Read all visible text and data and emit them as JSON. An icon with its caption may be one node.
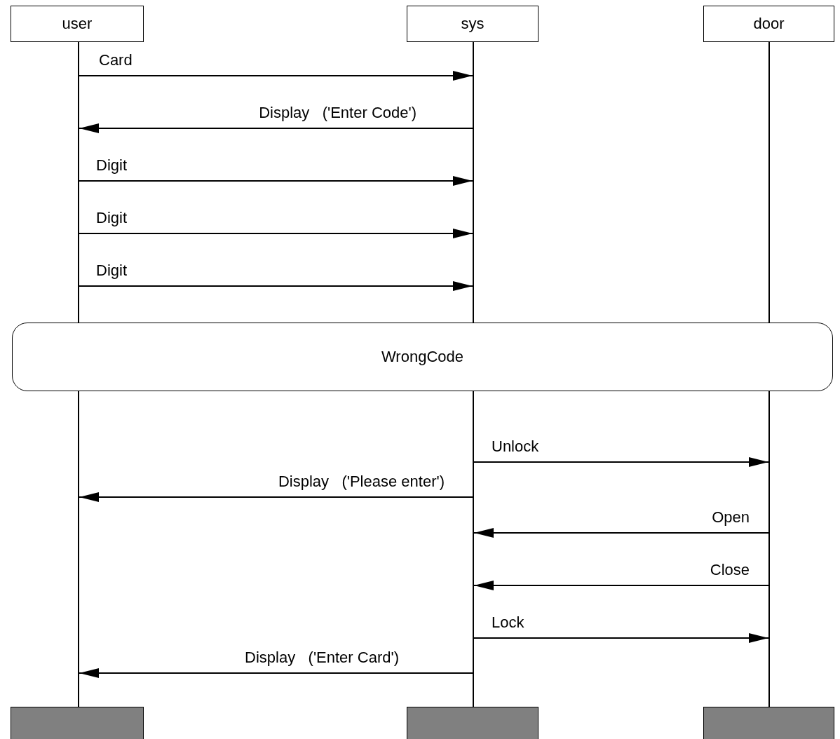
{
  "diagram": {
    "nodes": [
      {
        "text": [
          "user"
        ]
      },
      {
        "text": [
          "sys"
        ]
      },
      {
        "text": [
          "door"
        ]
      },
      {
        "text": [],
        "shape": "line"
      },
      {
        "text": [],
        "shape": "line"
      },
      {
        "text": [],
        "shape": "line"
      },
      {
        "text": [],
        "shape": "bar"
      },
      {
        "text": [],
        "shape": "bar"
      },
      {
        "text": [],
        "shape": "bar"
      },
      {
        "text": [
          "WrongCode"
        ]
      }
    ],
    "edges": [
      {
        "from": 3,
        "to": 4,
        "arrow": "to",
        "label": "Card"
      },
      {
        "from": 4,
        "to": 3,
        "arrow": "to",
        "label": "Display   ('Enter Code')"
      },
      {
        "from": 3,
        "to": 4,
        "arrow": "to",
        "label": "Digit"
      },
      {
        "from": 3,
        "to": 4,
        "arrow": "to",
        "label": "Digit"
      },
      {
        "from": 3,
        "to": 4,
        "arrow": "to",
        "label": "Digit"
      },
      {
        "from": 4,
        "to": 5,
        "arrow": "to",
        "label": "Unlock"
      },
      {
        "from": 4,
        "to": 3,
        "arrow": "to",
        "label": "Display   ('Please enter')"
      },
      {
        "from": 5,
        "to": 4,
        "arrow": "to",
        "label": "Open"
      },
      {
        "from": 5,
        "to": 4,
        "arrow": "to",
        "label": "Close"
      },
      {
        "from": 4,
        "to": 5,
        "arrow": "to",
        "label": "Lock"
      },
      {
        "from": 4,
        "to": 3,
        "arrow": "to",
        "label": "Display   ('Enter Card')"
      }
    ]
  }
}
